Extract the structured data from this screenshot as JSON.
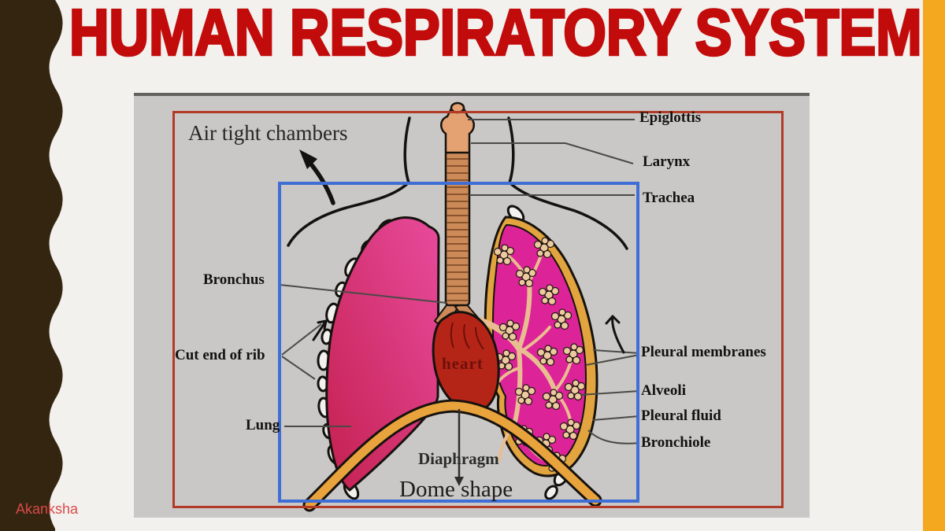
{
  "slide": {
    "title": "HUMAN RESPIRATORY SYSTEM",
    "signature": "Akanksha"
  },
  "colors": {
    "title_red": "#c20b0b",
    "side_stripe_orange": "#f3a820",
    "side_band_brown": "#342510",
    "frame_red": "#b23b28",
    "frame_blue": "#3f6ed6",
    "left_lung_pink": "#e0358c",
    "right_lung_pink": "#dc2397",
    "pleura_orange": "#e2a43e",
    "alveoli_tan": "#edc9a0",
    "heart_red": "#b52517",
    "diaphragm_orange": "#e8a33c",
    "diagram_background": "#c9c8c6"
  },
  "diagram": {
    "labels": {
      "air_tight_chambers": "Air tight chambers",
      "epiglottis": "Epiglottis",
      "larynx": "Larynx",
      "trachea": "Trachea",
      "bronchus": "Bronchus",
      "cut_end_of_rib": "Cut end of rib",
      "lung": "Lung",
      "pleural_membranes": "Pleural membranes",
      "alveoli": "Alveoli",
      "pleural_fluid": "Pleural fluid",
      "bronchiole": "Bronchiole",
      "heart": "heart",
      "diaphragm": "Diaphragm",
      "dome_shape": "Dome shape"
    }
  }
}
